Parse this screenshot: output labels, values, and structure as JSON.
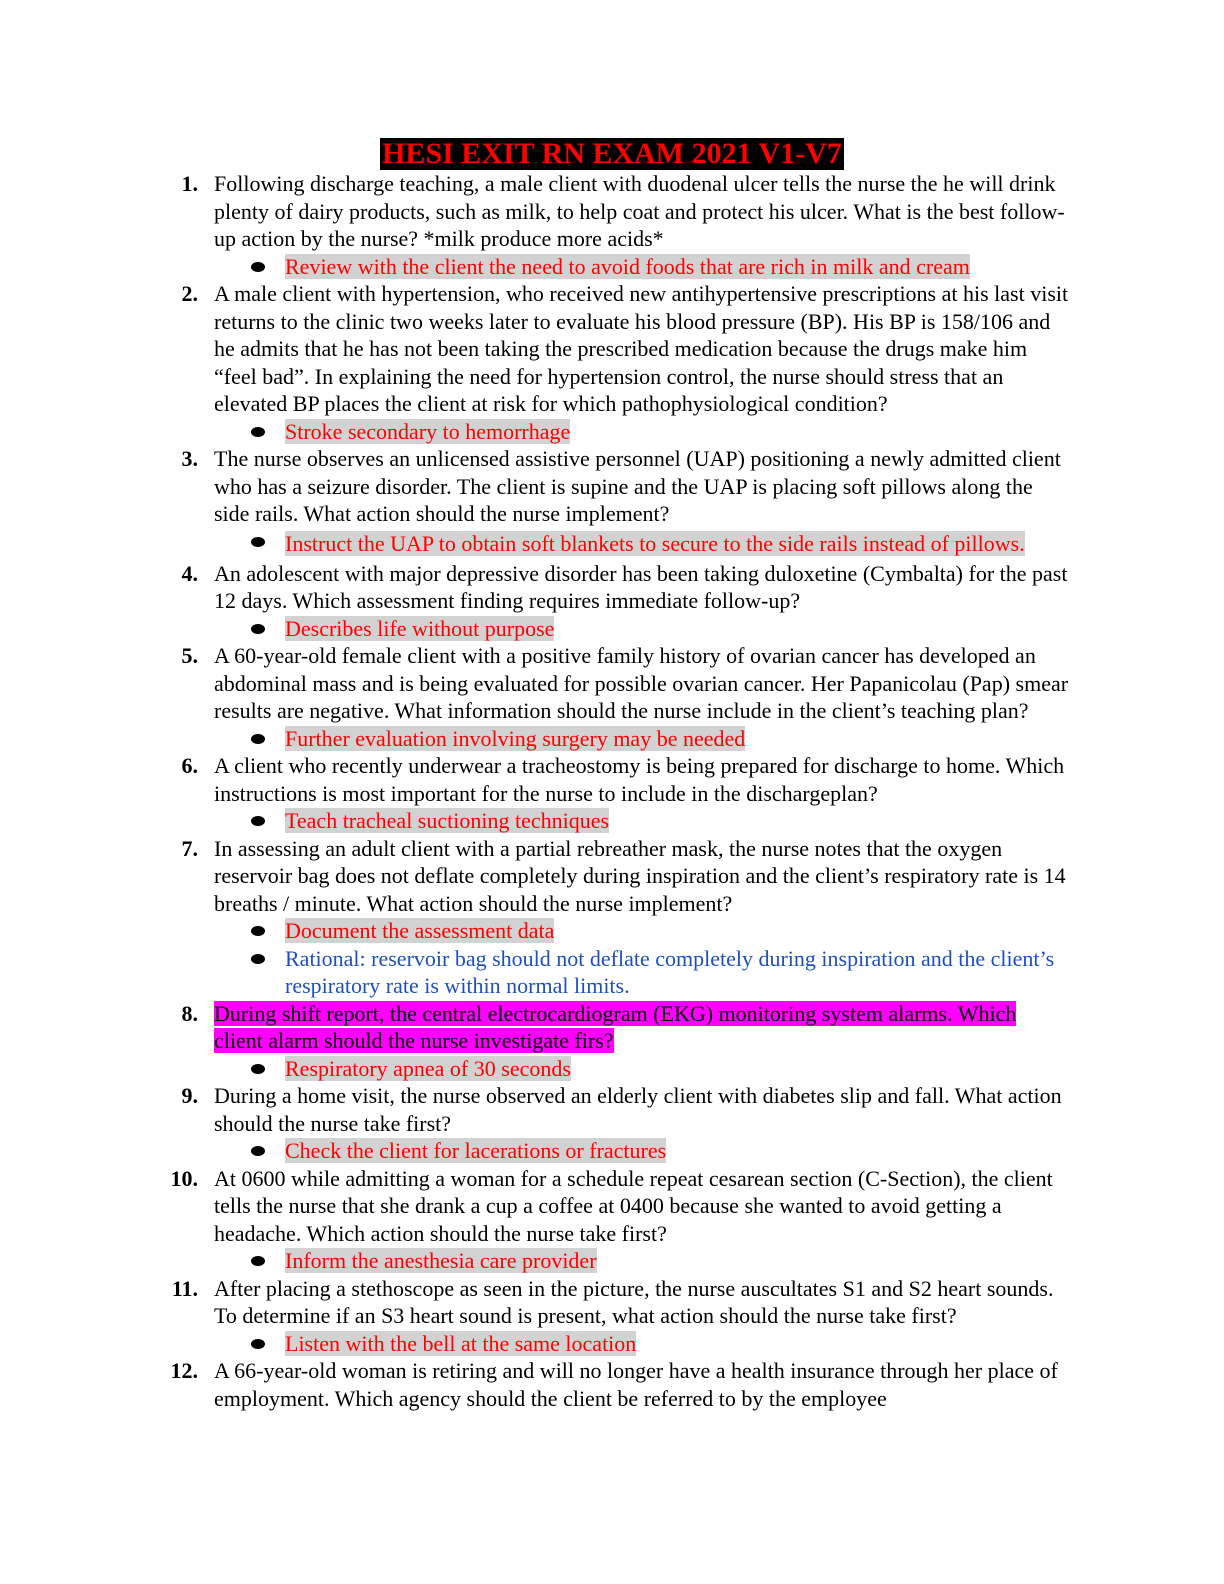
{
  "title": "HESI EXIT RN EXAM 2021 V1-V7",
  "questions": [
    {
      "num": "1.",
      "text": "Following discharge teaching, a male client with duodenal ulcer tells the nurse the he will drink plenty of dairy products, such as milk, to help coat and protect his ulcer. What is the best follow-up action by the nurse? *milk produce more acids*",
      "answer": "Review with the client the need to avoid foods that are rich in milk and cream"
    },
    {
      "num": "2.",
      "text": "A male client with hypertension, who received new antihypertensive prescriptions at his last visit returns to the clinic two weeks later to evaluate his blood pressure (BP). His BP is 158/106 and he admits that he has not been taking the prescribed medication because the drugs make him “feel bad”. In explaining the need for hypertension control, the nurse should stress that an elevated BP places the client at risk for which pathophysiological condition?",
      "answer": "Stroke secondary to hemorrhage"
    },
    {
      "num": "3.",
      "text": "The nurse observes an unlicensed assistive personnel (UAP) positioning a newly admitted client who has a seizure disorder. The client is supine and the UAP is placing soft pillows along the side rails. What action should the nurse implement?",
      "answer": "Instruct the UAP to obtain soft blankets to secure to the side rails instead of pillows."
    },
    {
      "num": "4.",
      "text": "An adolescent with major depressive disorder has been taking duloxetine (Cymbalta) for the past 12 days. Which assessment finding requires immediate follow-up?",
      "answer": "Describes life without purpose"
    },
    {
      "num": "5.",
      "text": "A 60-year-old female client with a positive family history of ovarian cancer has developed an abdominal mass and is being evaluated for possible ovarian cancer. Her Papanicolau (Pap) smear results are negative. What information should the nurse include in the client’s teaching plan?",
      "answer": "Further evaluation involving surgery may be needed"
    },
    {
      "num": "6.",
      "text": "A client who recently underwear a tracheostomy is being prepared for discharge to home. Which instructions is most important for the nurse to include in the dischargeplan?",
      "answer": "Teach tracheal suctioning techniques"
    },
    {
      "num": "7.",
      "text": "In assessing an adult client with a partial rebreather mask, the nurse notes that the oxygen reservoir bag does not deflate completely during inspiration and the client’s respiratory rate is 14 breaths / minute. What action should the nurse implement?",
      "answer": "Document the assessment data",
      "rationale": "Rational: reservoir bag should not deflate completely during inspiration and the client’s respiratory rate is within normal limits."
    },
    {
      "num": "8.",
      "text": "During shift report, the central electrocardiogram (EKG) monitoring system alarms. Which client alarm should the nurse investigate firs?",
      "answer": "Respiratory apnea of 30 seconds"
    },
    {
      "num": "9.",
      "text": "During a home visit, the nurse observed an elderly client with diabetes slip and fall. What action should the nurse take first?",
      "answer": "Check the client for lacerations or fractures"
    },
    {
      "num": "10.",
      "text": "At 0600 while admitting a woman for a schedule repeat cesarean section (C-Section), the client tells the nurse that she drank a cup a coffee at 0400 because she wanted to avoid getting a headache. Which action should the nurse take first?",
      "answer": "Inform the anesthesia care provider"
    },
    {
      "num": "11.",
      "text": "After placing a stethoscope as seen in the picture, the nurse auscultates S1 and S2 heart sounds. To determine if an S3 heart sound is present, what action should the nurse take first?",
      "answer": "Listen with the bell at the same location"
    },
    {
      "num": "12.",
      "text": "A 66-year-old woman is retiring and will no longer have a health insurance through her place of employment. Which agency should the client be referred to by the employee"
    }
  ]
}
